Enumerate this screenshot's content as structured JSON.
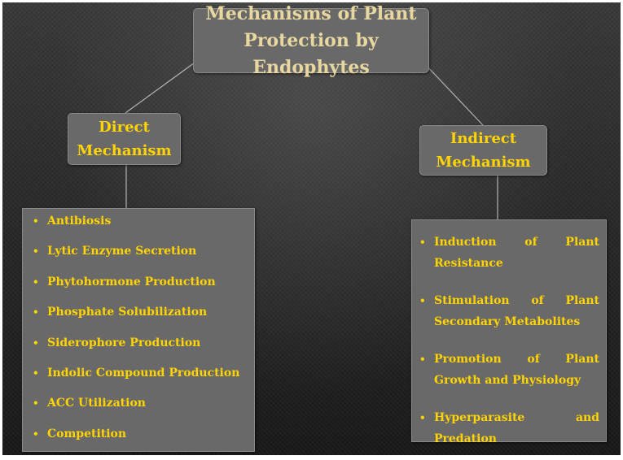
{
  "diagram": {
    "title": "Mechanisms of Plant\nProtection by Endophytes",
    "direct": {
      "heading": "Direct\nMechanism",
      "items": [
        "Antibiosis",
        "Lytic Enzyme Secretion",
        "Phytohormone Production",
        "Phosphate Solubilization",
        "Siderophore Production",
        "Indolic Compound Production",
        "ACC Utilization",
        "Competition"
      ]
    },
    "indirect": {
      "heading": "Indirect\nMechanism",
      "items": [
        "Induction of Plant Resistance",
        "Stimulation of Plant Secondary Metabolites",
        "Promotion of Plant Growth and Physiology",
        "Hyperparasite and Predation"
      ]
    },
    "bullet_symbol": "•",
    "colors": {
      "background": "#2b2b2b",
      "box_fill": "#696969",
      "title_text": "#e8d8a0",
      "item_text": "#ffd400",
      "connector": "#b4b4b4"
    }
  }
}
